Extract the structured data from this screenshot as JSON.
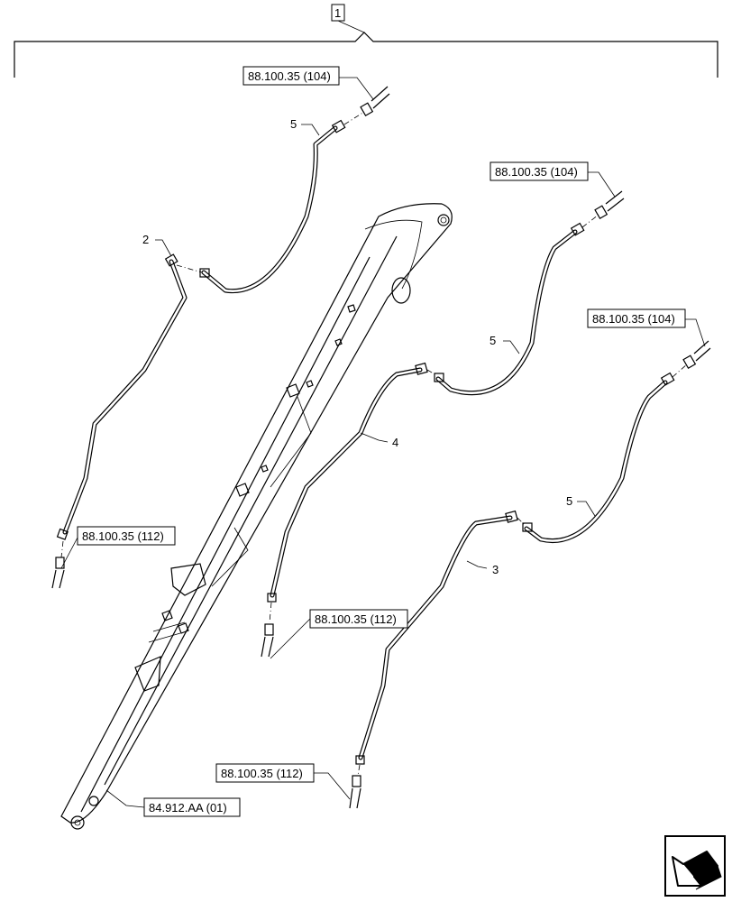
{
  "top_index": "1",
  "refs": {
    "r104_a": "88.100.35 (104)",
    "r104_b": "88.100.35 (104)",
    "r104_c": "88.100.35 (104)",
    "r112_a": "88.100.35 (112)",
    "r112_b": "88.100.35 (112)",
    "r112_c": "88.100.35 (112)",
    "boom": "84.912.AA (01)"
  },
  "callouts": {
    "c2": "2",
    "c3": "3",
    "c4": "4",
    "c5_a": "5",
    "c5_b": "5",
    "c5_c": "5"
  },
  "nav_icon": "next-page-arrow-icon"
}
